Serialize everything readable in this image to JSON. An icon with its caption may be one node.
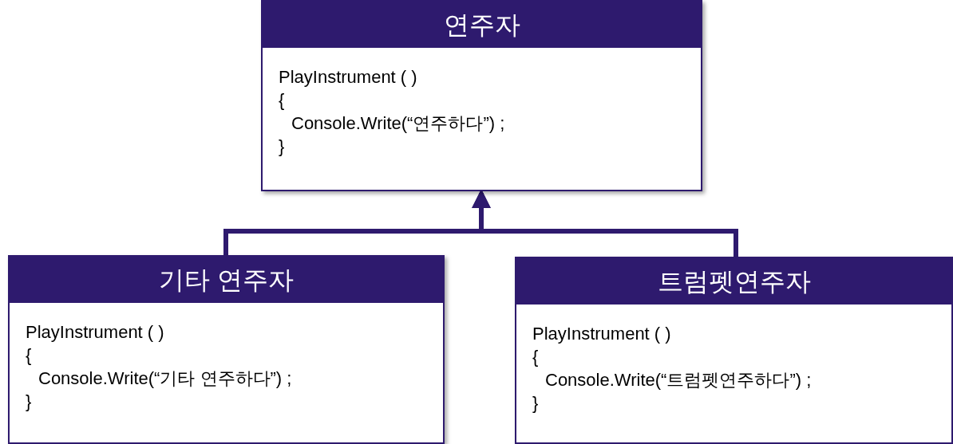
{
  "diagram": {
    "nodes": [
      {
        "text": [
          "연주자",
          "PlayInstrument ( )",
          "{",
          "Console.Write(“연주하다”) ;",
          "}"
        ]
      },
      {
        "text": [
          "기타 연주자",
          "PlayInstrument ( )",
          "{",
          "Console.Write(“기타 연주하다”) ;",
          "}"
        ]
      },
      {
        "text": [
          "트럼펫연주자",
          "PlayInstrument ( )",
          "{",
          "Console.Write(“트럼펫연주하다”) ;",
          "}"
        ]
      }
    ],
    "edges": [
      {
        "from": 1,
        "to": 0,
        "arrow": "to"
      },
      {
        "from": 2,
        "to": 0,
        "arrow": "to"
      }
    ]
  }
}
